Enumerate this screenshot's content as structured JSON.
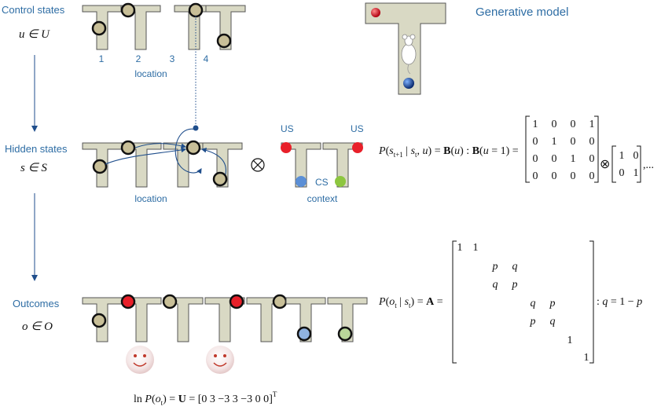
{
  "labels": {
    "control_states": "Control states",
    "control_math": "u ∈ U",
    "hidden_states": "Hidden states",
    "hidden_math": "s ∈ S",
    "outcomes": "Outcomes",
    "outcomes_math": "o ∈ O",
    "generative_model": "Generative model",
    "location_top": "location",
    "location_mid": "location",
    "context": "context",
    "us_left": "US",
    "us_right": "US",
    "cs": "CS"
  },
  "control_numbers": [
    "1",
    "2",
    "3",
    "4"
  ],
  "equations": {
    "transition_lhs": "P(s_{t+1} | s_t, u) = B(u) : B(u = 1) =",
    "likelihood_lhs": "P(o_t | s_t) = A =",
    "likelihood_rhs": ": q = 1 − p",
    "utility": "ln P(o_t) = U = [0  3  −3  3  −3  0  0]^T",
    "kron": "⊗",
    "ellipsis": ",..."
  },
  "matrices": {
    "B_location": [
      [
        "1",
        "0",
        "0",
        "1"
      ],
      [
        "0",
        "1",
        "0",
        "0"
      ],
      [
        "0",
        "0",
        "1",
        "0"
      ],
      [
        "0",
        "0",
        "0",
        "0"
      ]
    ],
    "B_context": [
      [
        "1",
        "0"
      ],
      [
        "0",
        "1"
      ]
    ],
    "A_entries": [
      "1",
      "1",
      "p",
      "q",
      "q",
      "p",
      "q",
      "p",
      "p",
      "q",
      "1",
      "1"
    ],
    "U_values": [
      "0",
      "3",
      "−3",
      "3",
      "−3",
      "0",
      "0"
    ]
  },
  "colors": {
    "maze_fill": "#d9d9c4",
    "maze_stroke": "#555555",
    "circle_fill": "#c8bf98",
    "red": "#e8202a",
    "blue_cs": "#5b8fd6",
    "green_cs": "#8dc63f",
    "text_blue": "#2e6da4"
  }
}
